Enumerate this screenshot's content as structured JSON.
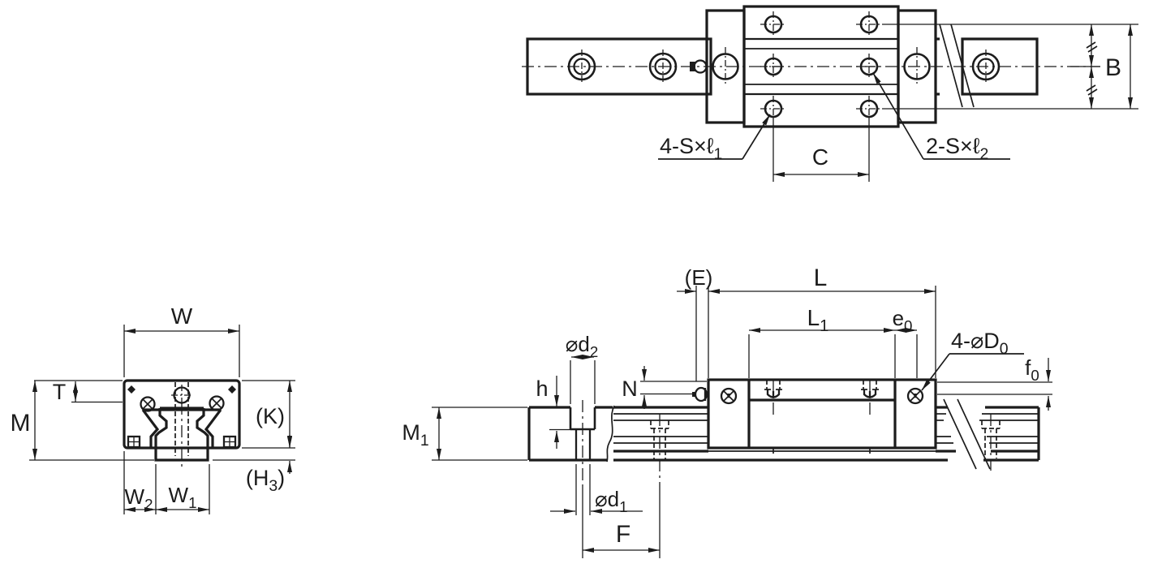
{
  "drawing": {
    "type": "technical-drawing",
    "subject": "linear-guide-dimensional-drawing",
    "colors": {
      "background": "#ffffff",
      "line": "#1c1c1c"
    }
  },
  "labels": {
    "top_view": {
      "b": {
        "base": "B"
      },
      "c": {
        "base": "C"
      },
      "s_l1": {
        "base": "4-S×ℓ",
        "sub": "1"
      },
      "s_l2": {
        "base": "2-S×ℓ",
        "sub": "2"
      }
    },
    "cross_section": {
      "w": {
        "base": "W"
      },
      "t": {
        "base": "T"
      },
      "m": {
        "base": "M"
      },
      "k": {
        "base": "(K)"
      },
      "h3": {
        "base": "(H",
        "sub": "3",
        "suffix": ")"
      },
      "w2": {
        "base": "W",
        "sub": "2"
      },
      "w1": {
        "base": "W",
        "sub": "1"
      }
    },
    "side_view": {
      "e": {
        "base": "(E)"
      },
      "l": {
        "base": "L"
      },
      "l1": {
        "base": "L",
        "sub": "1"
      },
      "e0": {
        "base": "e",
        "sub": "0"
      },
      "d0": {
        "base": "4-⌀D",
        "sub": "0"
      },
      "f0": {
        "base": "f",
        "sub": "0"
      },
      "d2": {
        "base": "⌀d",
        "sub": "2"
      },
      "h": {
        "base": "h"
      },
      "n": {
        "base": "N"
      },
      "m1": {
        "base": "M",
        "sub": "1"
      },
      "d1": {
        "base": "⌀d",
        "sub": "1"
      },
      "f": {
        "base": "F"
      }
    }
  }
}
